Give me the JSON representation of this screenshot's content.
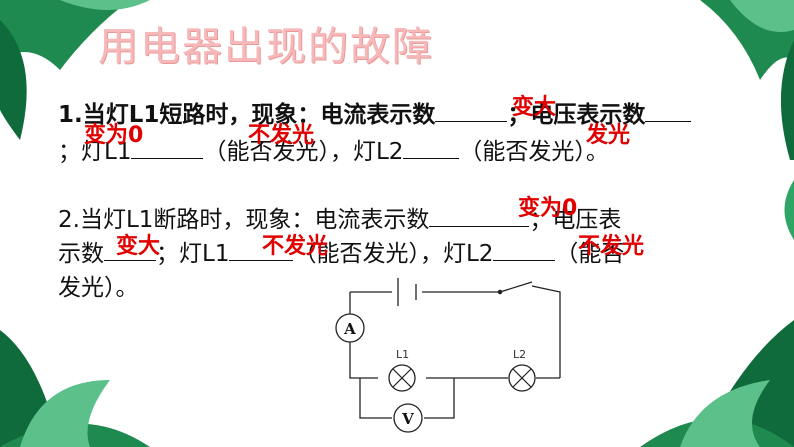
{
  "title": "用电器出现的故障",
  "q1": {
    "line1_prefix": "1.当灯L1短路时，现象：电流表示数",
    "line1_mid": "；电压表示数",
    "line2_a": "；灯L1",
    "line2_b": "（能否发光），灯L2",
    "line2_c": "（能否发光）。",
    "ans_current": "变大",
    "ans_voltage": "变为0",
    "ans_l1": "不发光",
    "ans_l2": "发光"
  },
  "q2": {
    "line1_prefix": "2.当灯L1断路时，现象：电流表示数",
    "line1_suffix": "；电压表",
    "line2_a": "示数",
    "line2_b": "；灯L1",
    "line2_c": "（能否发光），灯L2",
    "line2_d": "（能否",
    "line3": "发光）。",
    "ans_current": "变为0",
    "ans_voltage": "变大",
    "ans_l1": "不发光",
    "ans_l2": "不发光"
  },
  "circuit": {
    "ammeter": "A",
    "voltmeter": "V",
    "lamp1": "L1",
    "lamp2": "L2"
  },
  "colors": {
    "title": "#f6b8b8",
    "answer": "#e00000",
    "leaf_dark": "#0f6b3c",
    "leaf_light": "#2fa565"
  }
}
